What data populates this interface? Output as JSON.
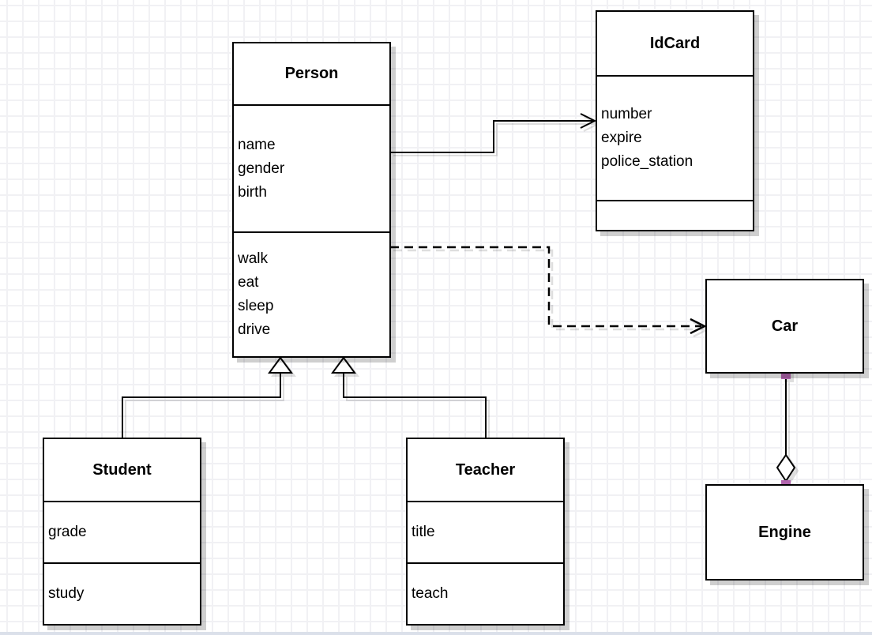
{
  "diagram": {
    "kind": "uml-class-diagram",
    "classes": [
      {
        "name": "Person",
        "attributes": [
          "name",
          "gender",
          "birth"
        ],
        "methods": [
          "walk",
          "eat",
          "sleep",
          "drive"
        ]
      },
      {
        "name": "IdCard",
        "attributes": [
          "number",
          "expire",
          "police_station"
        ],
        "methods": []
      },
      {
        "name": "Car",
        "attributes": [],
        "methods": []
      },
      {
        "name": "Engine",
        "attributes": [],
        "methods": []
      },
      {
        "name": "Student",
        "attributes": [
          "grade"
        ],
        "methods": [
          "study"
        ]
      },
      {
        "name": "Teacher",
        "attributes": [
          "title"
        ],
        "methods": [
          "teach"
        ]
      }
    ],
    "relationships": [
      {
        "from": "Person",
        "to": "IdCard",
        "type": "association",
        "line": "solid",
        "marker": "open-arrow"
      },
      {
        "from": "Person",
        "to": "Car",
        "type": "dependency",
        "line": "dashed",
        "marker": "open-arrow"
      },
      {
        "from": "Student",
        "to": "Person",
        "type": "generalization",
        "line": "solid",
        "marker": "hollow-triangle"
      },
      {
        "from": "Teacher",
        "to": "Person",
        "type": "generalization",
        "line": "solid",
        "marker": "hollow-triangle"
      },
      {
        "from": "Engine",
        "to": "Car",
        "type": "aggregation",
        "line": "solid",
        "marker": "hollow-diamond"
      }
    ],
    "colors": {
      "line": "#000000",
      "box_fill": "#ffffff",
      "shadow": "#cccccc",
      "connection_handle": "#b265ae",
      "grid_line": "#f1f1f4",
      "bottom_bar": "#dbe0ea"
    }
  }
}
